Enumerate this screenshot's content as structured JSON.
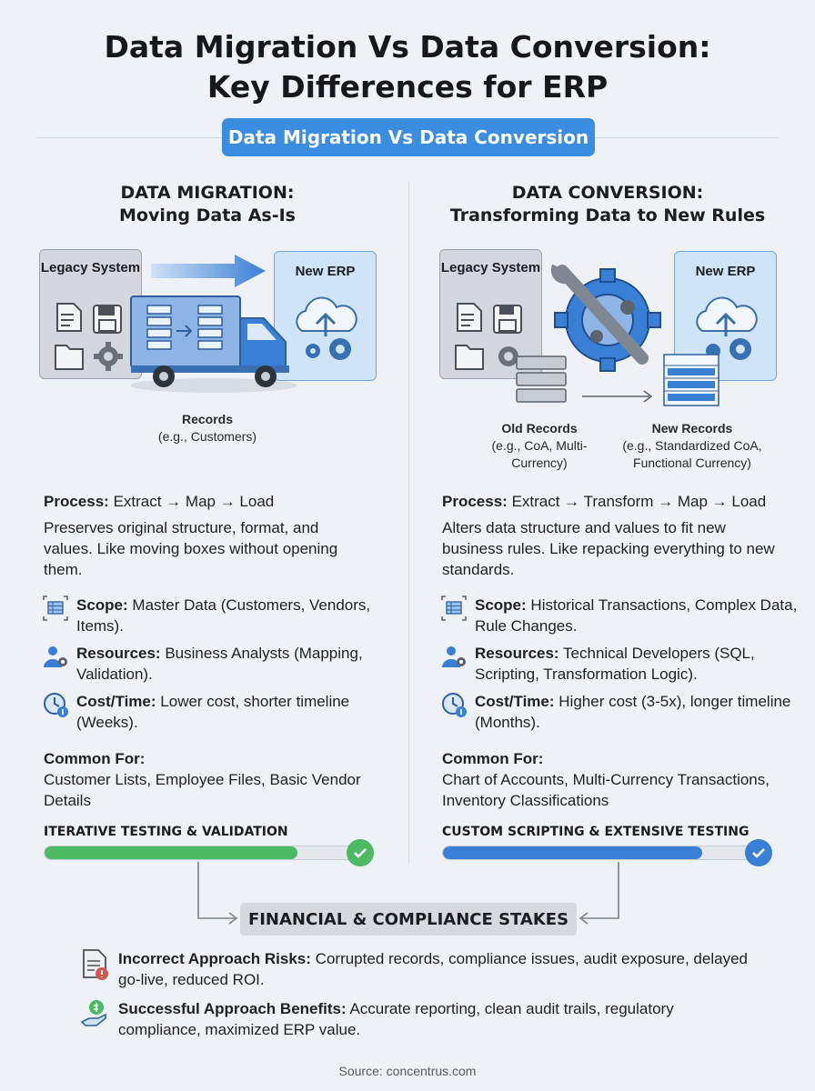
{
  "title": {
    "line1": "Data Migration Vs Data Conversion:",
    "line2": "Key Differences for ERP"
  },
  "banner": "Data Migration Vs Data Conversion",
  "migration": {
    "heading1": "DATA MIGRATION:",
    "heading2": "Moving Data As-Is",
    "legacy_label": "Legacy System",
    "erp_label": "New ERP",
    "records_label": "Records",
    "records_example": "(e.g., Customers)",
    "process_label": "Process:",
    "process_value": "Extract → Map → Load",
    "description": "Preserves original structure, format, and values. Like moving boxes without opening them.",
    "scope_label": "Scope:",
    "scope_value": "Master Data (Customers, Vendors, Items).",
    "resources_label": "Resources:",
    "resources_value": "Business Analysts (Mapping, Validation).",
    "cost_label": "Cost/Time:",
    "cost_value": "Lower cost, shorter timeline (Weeks).",
    "common_label": "Common For:",
    "common_value": "Customer Lists, Employee Files, Basic Vendor Details",
    "bar_title": "ITERATIVE TESTING & VALIDATION",
    "bar_progress": 0.8,
    "color": "#4cba63"
  },
  "conversion": {
    "heading1": "DATA CONVERSION:",
    "heading2": "Transforming Data to New Rules",
    "legacy_label": "Legacy System",
    "erp_label": "New ERP",
    "old_label": "Old Records",
    "old_example": "(e.g., CoA, Multi-Currency)",
    "new_label": "New Records",
    "new_example": "(e.g., Standardized CoA, Functional Currency)",
    "process_label": "Process:",
    "process_value": "Extract → Transform → Map → Load",
    "description": "Alters data structure and values to fit new business rules. Like repacking everything to new standards.",
    "scope_label": "Scope:",
    "scope_value": "Historical Transactions, Complex Data, Rule Changes.",
    "resources_label": "Resources:",
    "resources_value": "Technical Developers (SQL, Scripting, Transformation Logic).",
    "cost_label": "Cost/Time:",
    "cost_value": "Higher cost (3-5x), longer timeline (Months).",
    "common_label": "Common For:",
    "common_value": "Chart of Accounts, Multi-Currency Transactions, Inventory Classifications",
    "bar_title": "CUSTOM SCRIPTING & EXTENSIVE TESTING",
    "bar_progress": 0.82,
    "color": "#3a7fd6"
  },
  "stakes": {
    "title": "FINANCIAL & COMPLIANCE STAKES",
    "risk_label": "Incorrect Approach Risks:",
    "risk_value": "Corrupted records, compliance issues, audit exposure, delayed go-live, reduced ROI.",
    "benefit_label": "Successful Approach Benefits:",
    "benefit_value": "Accurate reporting, clean audit trails, regulatory compliance, maximized ERP value."
  },
  "source": "Source: concentrus.com"
}
